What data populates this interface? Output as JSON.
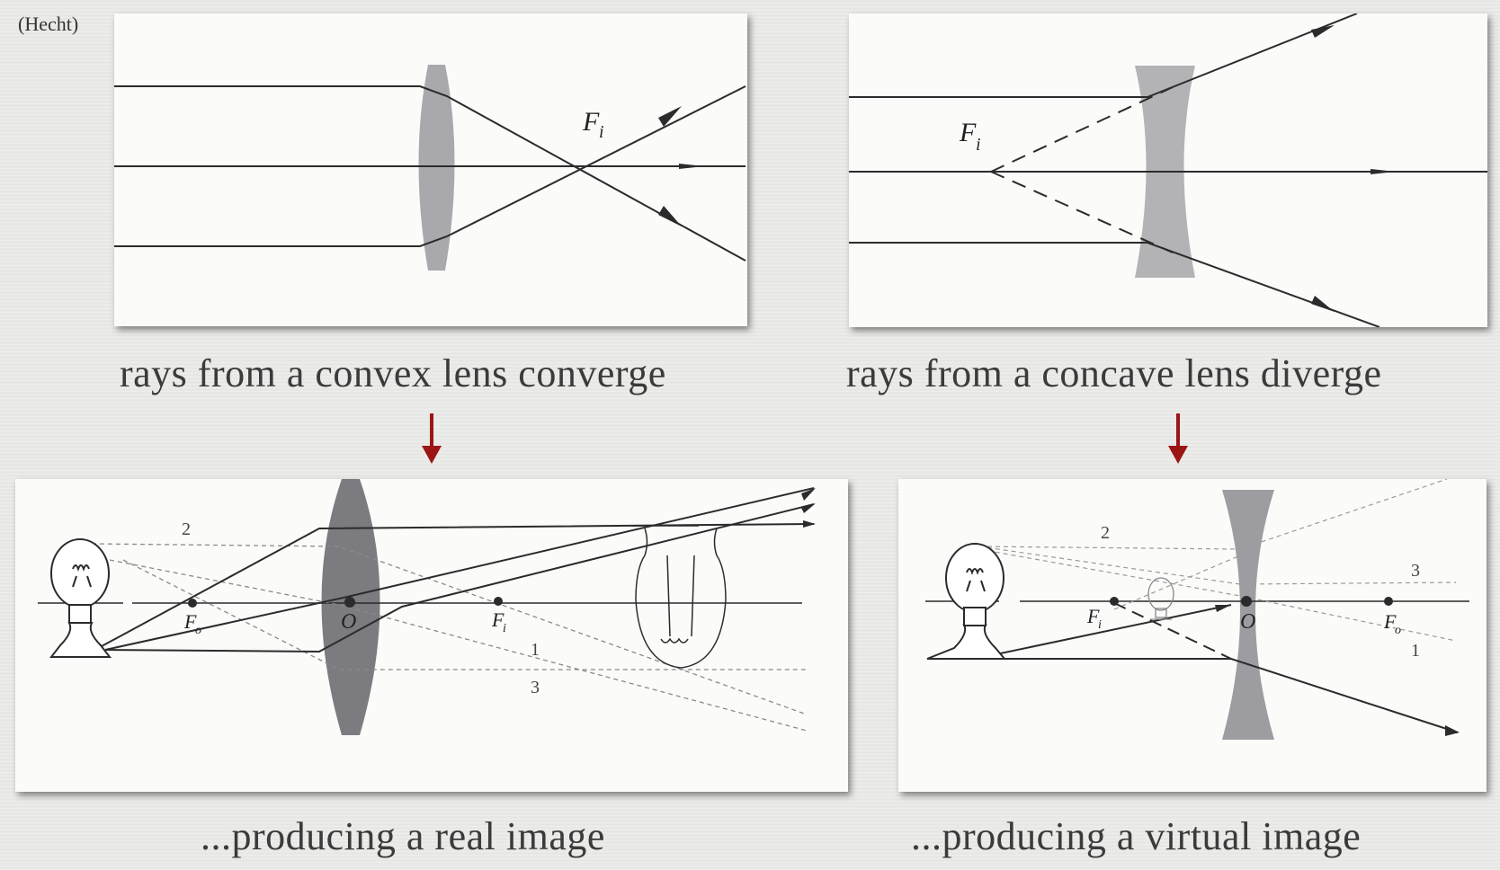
{
  "credit": "(Hecht)",
  "captions": {
    "convex": "rays from a convex lens converge",
    "concave": "rays from a concave lens diverge",
    "real": "...producing a real image",
    "virtual": "...producing a virtual image"
  },
  "labels": {
    "fi_main": "F",
    "fi_sub": "i",
    "fo_main": "F",
    "fo_sub": "o",
    "o": "O",
    "ray1": "1",
    "ray2": "2",
    "ray3": "3"
  },
  "colors": {
    "arrow": "#9b1515",
    "lens": "#a9a9ad",
    "lens_dark": "#77777c",
    "ray": "#2b2b2b"
  }
}
